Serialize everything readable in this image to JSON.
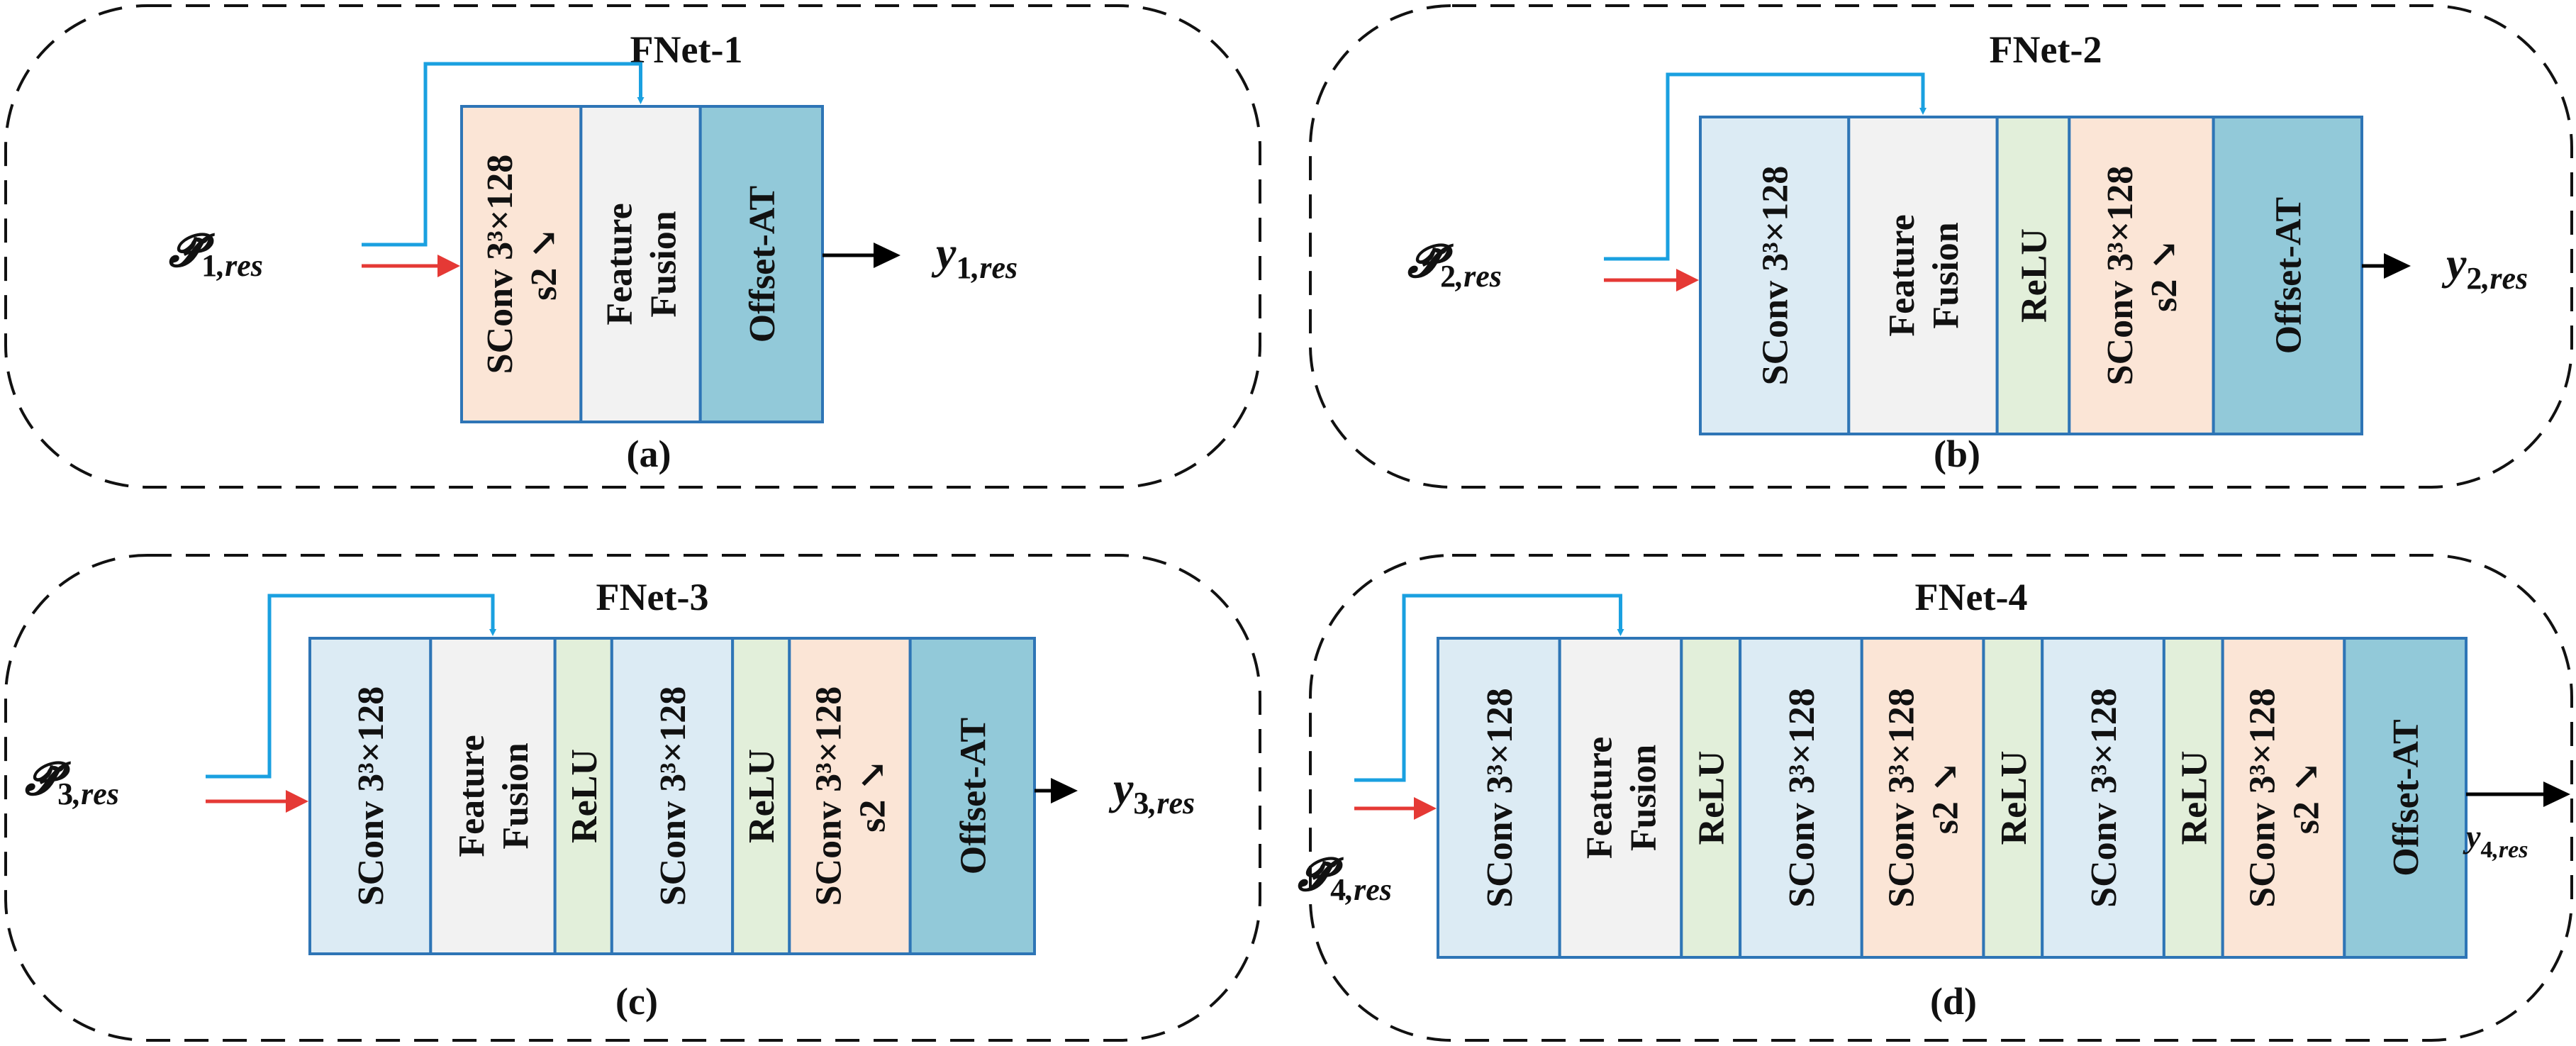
{
  "colors": {
    "sconv": "#dcebf4",
    "sconv_s2": "#fbe5d6",
    "fusion": "#f2f2f2",
    "relu": "#e2efda",
    "offset": "#92c9d9",
    "block_border": "#2e75b6",
    "skip_arrow": "#1aa0e0",
    "input_arrow": "#e53935",
    "output_arrow": "#000000"
  },
  "panels": [
    {
      "id": "a",
      "title": "FNet-1",
      "caption": "(a)",
      "input": {
        "symbol": "𝓟̃",
        "sub_num": "1",
        "sub_txt": ",res"
      },
      "output": {
        "symbol": "y",
        "sub_num": "1",
        "sub_txt": ",res"
      },
      "blocks": [
        {
          "type": "sconv_s2",
          "lines": [
            "SConv 3³×128",
            "s2 ↘"
          ]
        },
        {
          "type": "fusion",
          "lines": [
            "Feature",
            "Fusion"
          ]
        },
        {
          "type": "offset",
          "lines": [
            "Offset-AT"
          ]
        }
      ]
    },
    {
      "id": "b",
      "title": "FNet-2",
      "caption": "(b)",
      "input": {
        "symbol": "𝓟̃",
        "sub_num": "2",
        "sub_txt": ",res"
      },
      "output": {
        "symbol": "y",
        "sub_num": "2",
        "sub_txt": ",res"
      },
      "blocks": [
        {
          "type": "sconv",
          "lines": [
            "SConv 3³×128"
          ]
        },
        {
          "type": "fusion",
          "lines": [
            "Feature",
            "Fusion"
          ]
        },
        {
          "type": "relu",
          "lines": [
            "ReLU"
          ]
        },
        {
          "type": "sconv_s2",
          "lines": [
            "SConv 3³×128",
            "s2 ↘"
          ]
        },
        {
          "type": "offset",
          "lines": [
            "Offset-AT"
          ]
        }
      ]
    },
    {
      "id": "c",
      "title": "FNet-3",
      "caption": "(c)",
      "input": {
        "symbol": "𝓟̃",
        "sub_num": "3",
        "sub_txt": ",res"
      },
      "output": {
        "symbol": "y",
        "sub_num": "3",
        "sub_txt": ",res"
      },
      "blocks": [
        {
          "type": "sconv",
          "lines": [
            "SConv 3³×128"
          ]
        },
        {
          "type": "fusion",
          "lines": [
            "Feature",
            "Fusion"
          ]
        },
        {
          "type": "relu",
          "lines": [
            "ReLU"
          ]
        },
        {
          "type": "sconv",
          "lines": [
            "SConv 3³×128"
          ]
        },
        {
          "type": "relu",
          "lines": [
            "ReLU"
          ]
        },
        {
          "type": "sconv_s2",
          "lines": [
            "SConv 3³×128",
            "s2 ↘"
          ]
        },
        {
          "type": "offset",
          "lines": [
            "Offset-AT"
          ]
        }
      ]
    },
    {
      "id": "d",
      "title": "FNet-4",
      "caption": "(d)",
      "input": {
        "symbol": "𝓟̃",
        "sub_num": "4",
        "sub_txt": ",res"
      },
      "output": {
        "symbol": "y",
        "sub_num": "4",
        "sub_txt": ",res"
      },
      "blocks": [
        {
          "type": "sconv",
          "lines": [
            "SConv 3³×128"
          ]
        },
        {
          "type": "fusion",
          "lines": [
            "Feature",
            "Fusion"
          ]
        },
        {
          "type": "relu",
          "lines": [
            "ReLU"
          ]
        },
        {
          "type": "sconv",
          "lines": [
            "SConv 3³×128"
          ]
        },
        {
          "type": "sconv_s2",
          "lines": [
            "SConv 3³×128",
            "s2 ↘"
          ]
        },
        {
          "type": "relu",
          "lines": [
            "ReLU"
          ]
        },
        {
          "type": "sconv",
          "lines": [
            "SConv 3³×128"
          ]
        },
        {
          "type": "relu",
          "lines": [
            "ReLU"
          ]
        },
        {
          "type": "sconv_s2",
          "lines": [
            "SConv 3³×128",
            "s2 ↘"
          ]
        },
        {
          "type": "offset",
          "lines": [
            "Offset-AT"
          ]
        }
      ]
    }
  ]
}
